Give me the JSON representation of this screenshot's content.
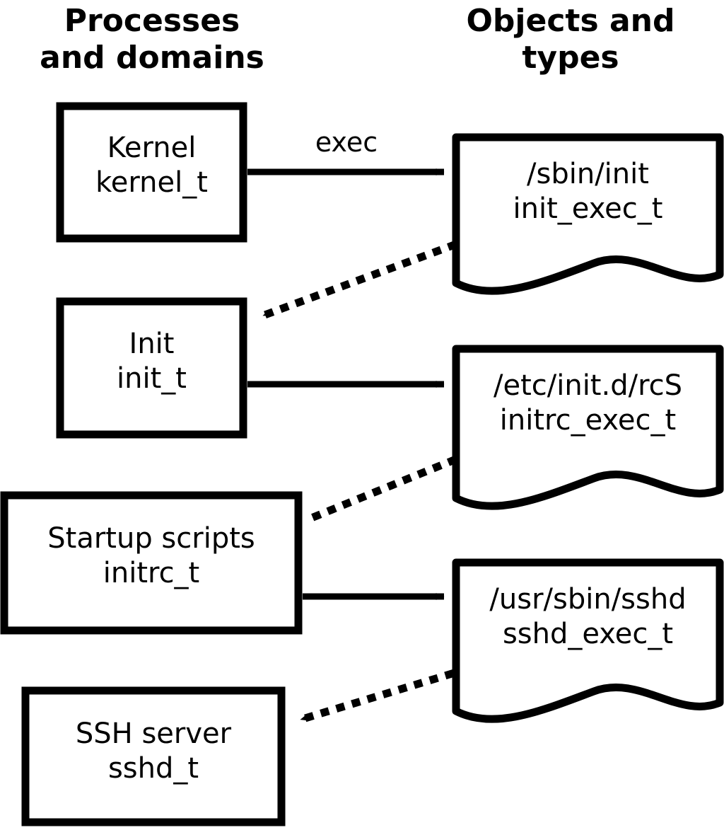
{
  "headings": {
    "left": "Processes\nand domains",
    "right": "Objects and\ntypes"
  },
  "processes": [
    {
      "name": "Kernel",
      "type": "kernel_t"
    },
    {
      "name": "Init",
      "type": "init_t"
    },
    {
      "name": "Startup scripts",
      "type": "initrc_t"
    },
    {
      "name": "SSH server",
      "type": "sshd_t"
    }
  ],
  "objects": [
    {
      "path": "/sbin/init",
      "type": "init_exec_t"
    },
    {
      "path": "/etc/init.d/rcS",
      "type": "initrc_exec_t"
    },
    {
      "path": "/usr/sbin/sshd",
      "type": "sshd_exec_t"
    }
  ],
  "node_text": {
    "kernel": "Kernel\nkernel_t",
    "init": "Init\ninit_t",
    "initrc": "Startup scripts\ninitrc_t",
    "sshd": "SSH server\nsshd_t",
    "init_exec": "/sbin/init\ninit_exec_t",
    "initrc_exec": "/etc/init.d/rcS\ninitrc_exec_t",
    "sshd_exec": "/usr/sbin/sshd\nsshd_exec_t"
  },
  "edges": {
    "exec_label": "exec",
    "solid": [
      {
        "from": "kernel",
        "to": "init_exec",
        "label": "exec"
      },
      {
        "from": "init",
        "to": "initrc_exec",
        "label": ""
      },
      {
        "from": "initrc",
        "to": "sshd_exec",
        "label": ""
      }
    ],
    "dotted": [
      {
        "from": "init_exec",
        "to": "init",
        "label": ""
      },
      {
        "from": "initrc_exec",
        "to": "initrc",
        "label": ""
      },
      {
        "from": "sshd_exec",
        "to": "sshd",
        "label": ""
      }
    ]
  },
  "colors": {
    "stroke": "#000000",
    "fill": "#ffffff",
    "text": "#000000"
  }
}
